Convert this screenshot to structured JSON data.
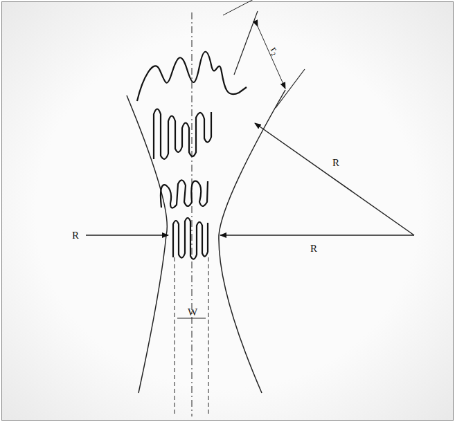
{
  "diagram": {
    "labels": [
      "R",
      "R",
      "R",
      "r₂",
      "W"
    ]
  }
}
